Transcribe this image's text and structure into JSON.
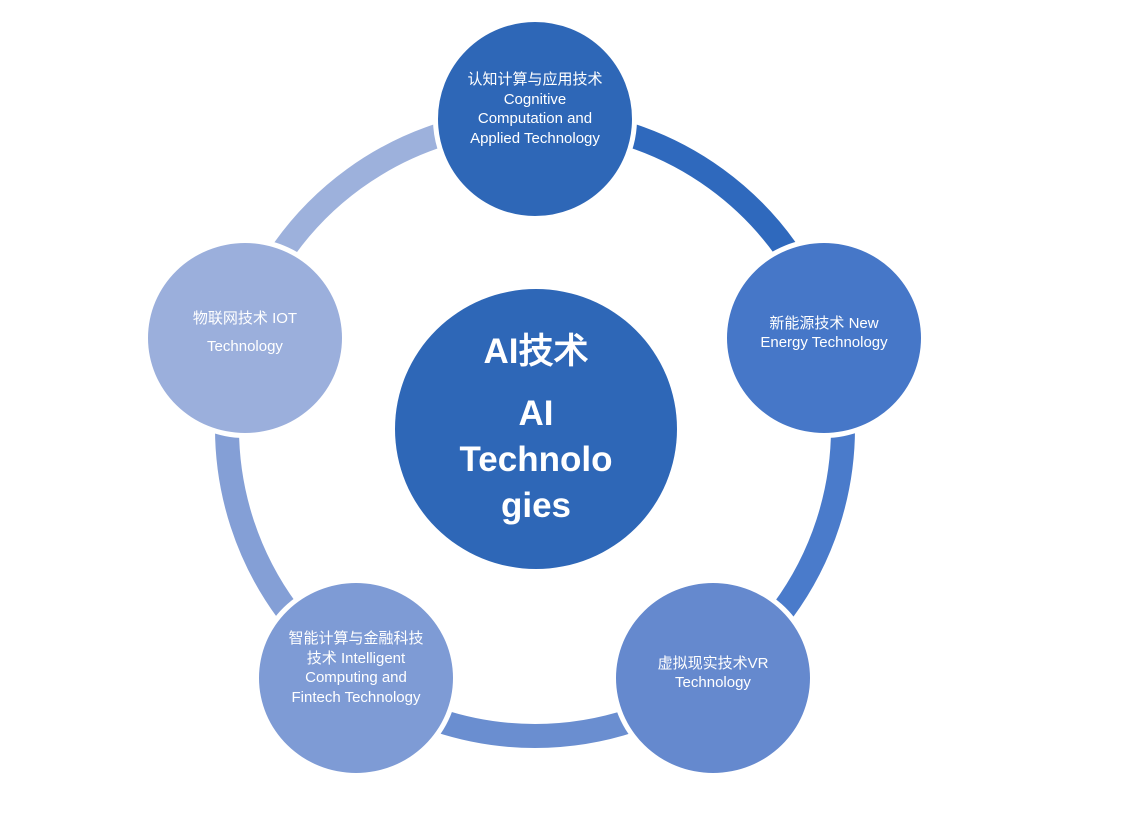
{
  "center": {
    "title_zh": "AI技术",
    "title_en": "AI Technolo gies",
    "color": "#2e67b7"
  },
  "nodes": [
    {
      "id": "cognitive",
      "label": "认知计算与应用技术Cognitive Computation and Applied Technology",
      "color": "#2e67b7"
    },
    {
      "id": "energy",
      "label": "新能源技术 New Energy Technology",
      "color": "#4677c8"
    },
    {
      "id": "vr",
      "label": "虚拟现实技术VR Technology",
      "color": "#6589ce"
    },
    {
      "id": "fintech",
      "label": "智能计算与金融科技技术 Intelligent Computing and Fintech Technology",
      "color": "#7e9bd5"
    },
    {
      "id": "iot",
      "label": "物联网技术 IOT Technology",
      "color": "#9bafdc"
    }
  ],
  "ring_colors": [
    "#2f69bd",
    "#4a7bcb",
    "#6a8ed0",
    "#849fd6",
    "#9db1dc"
  ]
}
